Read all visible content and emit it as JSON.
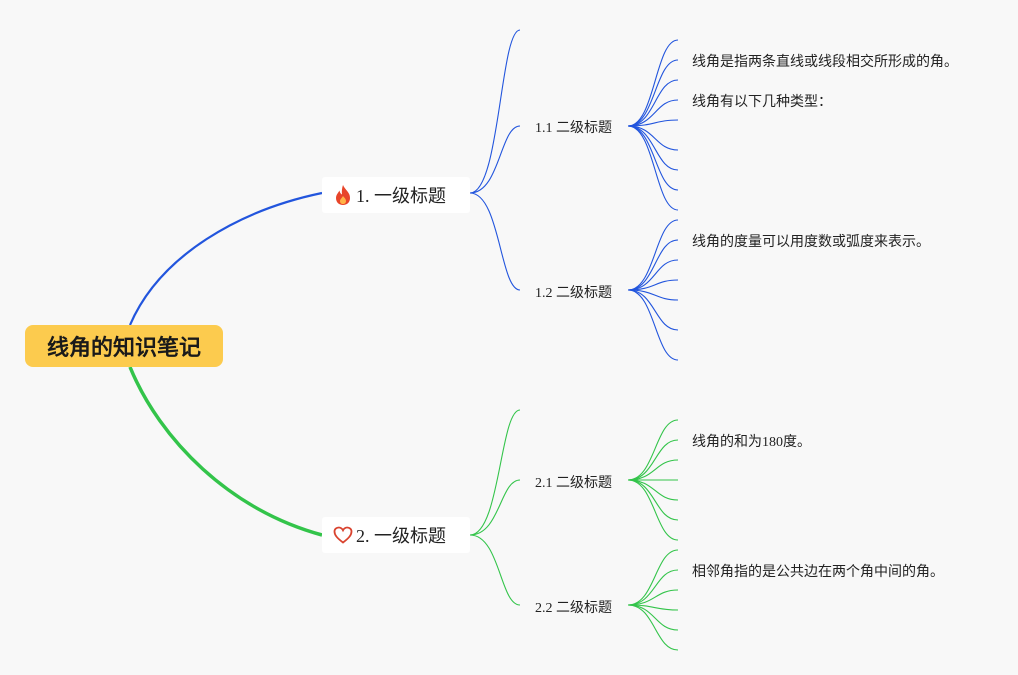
{
  "root": {
    "label": "线角的知识笔记"
  },
  "branches": [
    {
      "label": "1. 一级标题",
      "icon": "fire-icon",
      "color": "#2255dd",
      "children": [
        {
          "label": "1.1 二级标题",
          "notes": [
            "线角是指两条直线或线段相交所形成的角。",
            "线角有以下几种类型："
          ]
        },
        {
          "label": "1.2 二级标题",
          "notes": [
            "线角的度量可以用度数或弧度来表示。"
          ]
        }
      ]
    },
    {
      "label": "2. 一级标题",
      "icon": "heart-outline-icon",
      "color": "#33c44a",
      "children": [
        {
          "label": "2.1 二级标题",
          "notes": [
            "线角的和为180度。"
          ]
        },
        {
          "label": "2.2 二级标题",
          "notes": [
            "相邻角指的是公共边在两个角中间的角。"
          ]
        }
      ]
    }
  ],
  "colors": {
    "root_bg": "#fccb4e",
    "background": "#f8f8f8",
    "fire": "#e8452a",
    "heart": "#d9432f"
  }
}
